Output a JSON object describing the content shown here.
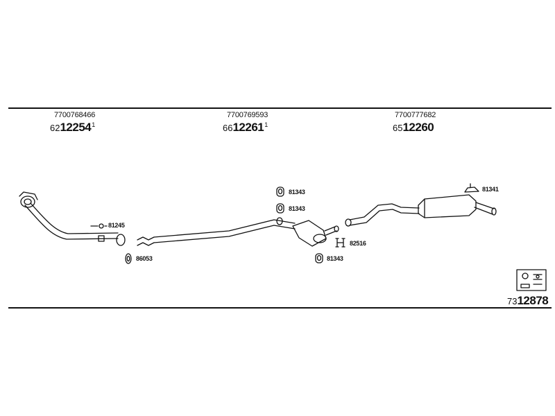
{
  "sections": [
    {
      "oem": "7700768466",
      "prefix": "62",
      "number": "12254",
      "suffix": "1"
    },
    {
      "oem": "7700769593",
      "prefix": "66",
      "number": "12261",
      "suffix": "1"
    },
    {
      "oem": "7700777682",
      "prefix": "65",
      "number": "12260",
      "suffix": ""
    }
  ],
  "refs": {
    "r81245": "81245",
    "r86053": "86053",
    "r81343a": "81343",
    "r81343b": "81343",
    "r82516": "82516",
    "r81343c": "81343",
    "r81341": "81341"
  },
  "mounting_kit": {
    "prefix": "73",
    "number": "12878"
  },
  "colors": {
    "line": "#111111",
    "background": "#ffffff"
  }
}
